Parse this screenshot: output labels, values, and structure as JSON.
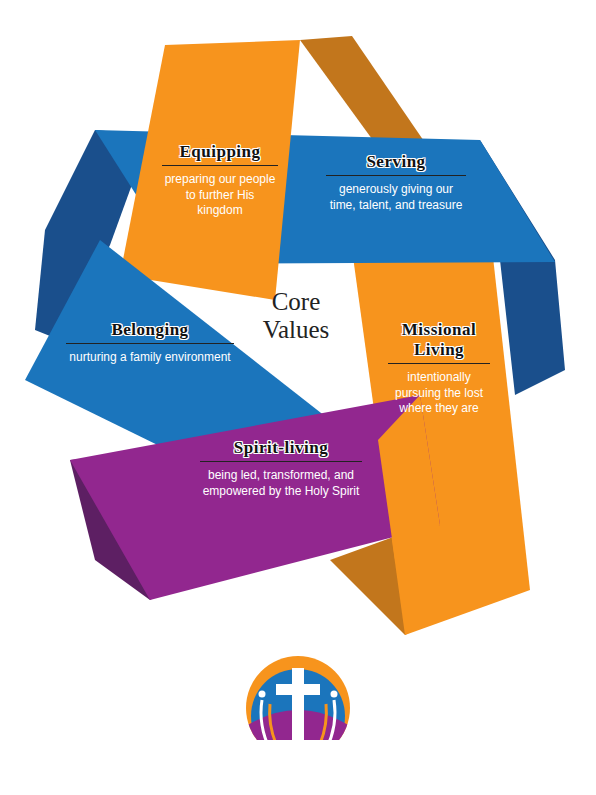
{
  "diagram": {
    "title": "Core Values",
    "nodes": [
      {
        "text": [
          "Equipping",
          "preparing our people to further His kingdom"
        ]
      },
      {
        "text": [
          "Serving",
          "generously giving our time, talent, and treasure"
        ]
      },
      {
        "text": [
          "Belonging",
          "nurturing a family environment"
        ]
      },
      {
        "text": [
          "Missional Living",
          "intentionally pursuing the lost where they are"
        ]
      },
      {
        "text": [
          "Spirit-living",
          "being led, transformed, and empowered by the Holy Spirit"
        ]
      }
    ]
  }
}
